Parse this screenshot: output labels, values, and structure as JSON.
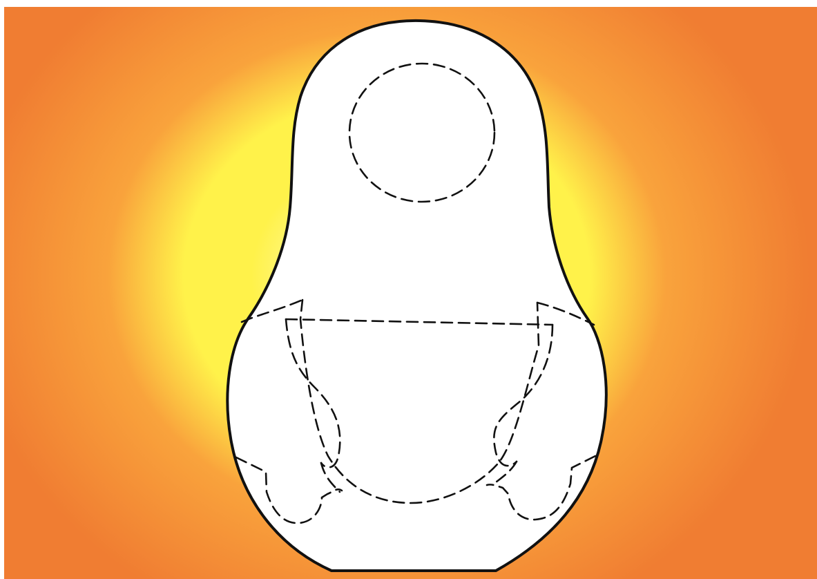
{
  "figure": {
    "subject": "matryoshka-doll-sewing-template",
    "colors": {
      "background_center": "#fffde8",
      "background_mid": "#fff24a",
      "background_outer": "#f9a33c",
      "background_edge": "#f07d32",
      "doll_fill": "#ffffff",
      "outline": "#111111",
      "dashed_lines": "#111111"
    },
    "line_styles": {
      "outline": "solid",
      "guides": "dashed"
    }
  }
}
